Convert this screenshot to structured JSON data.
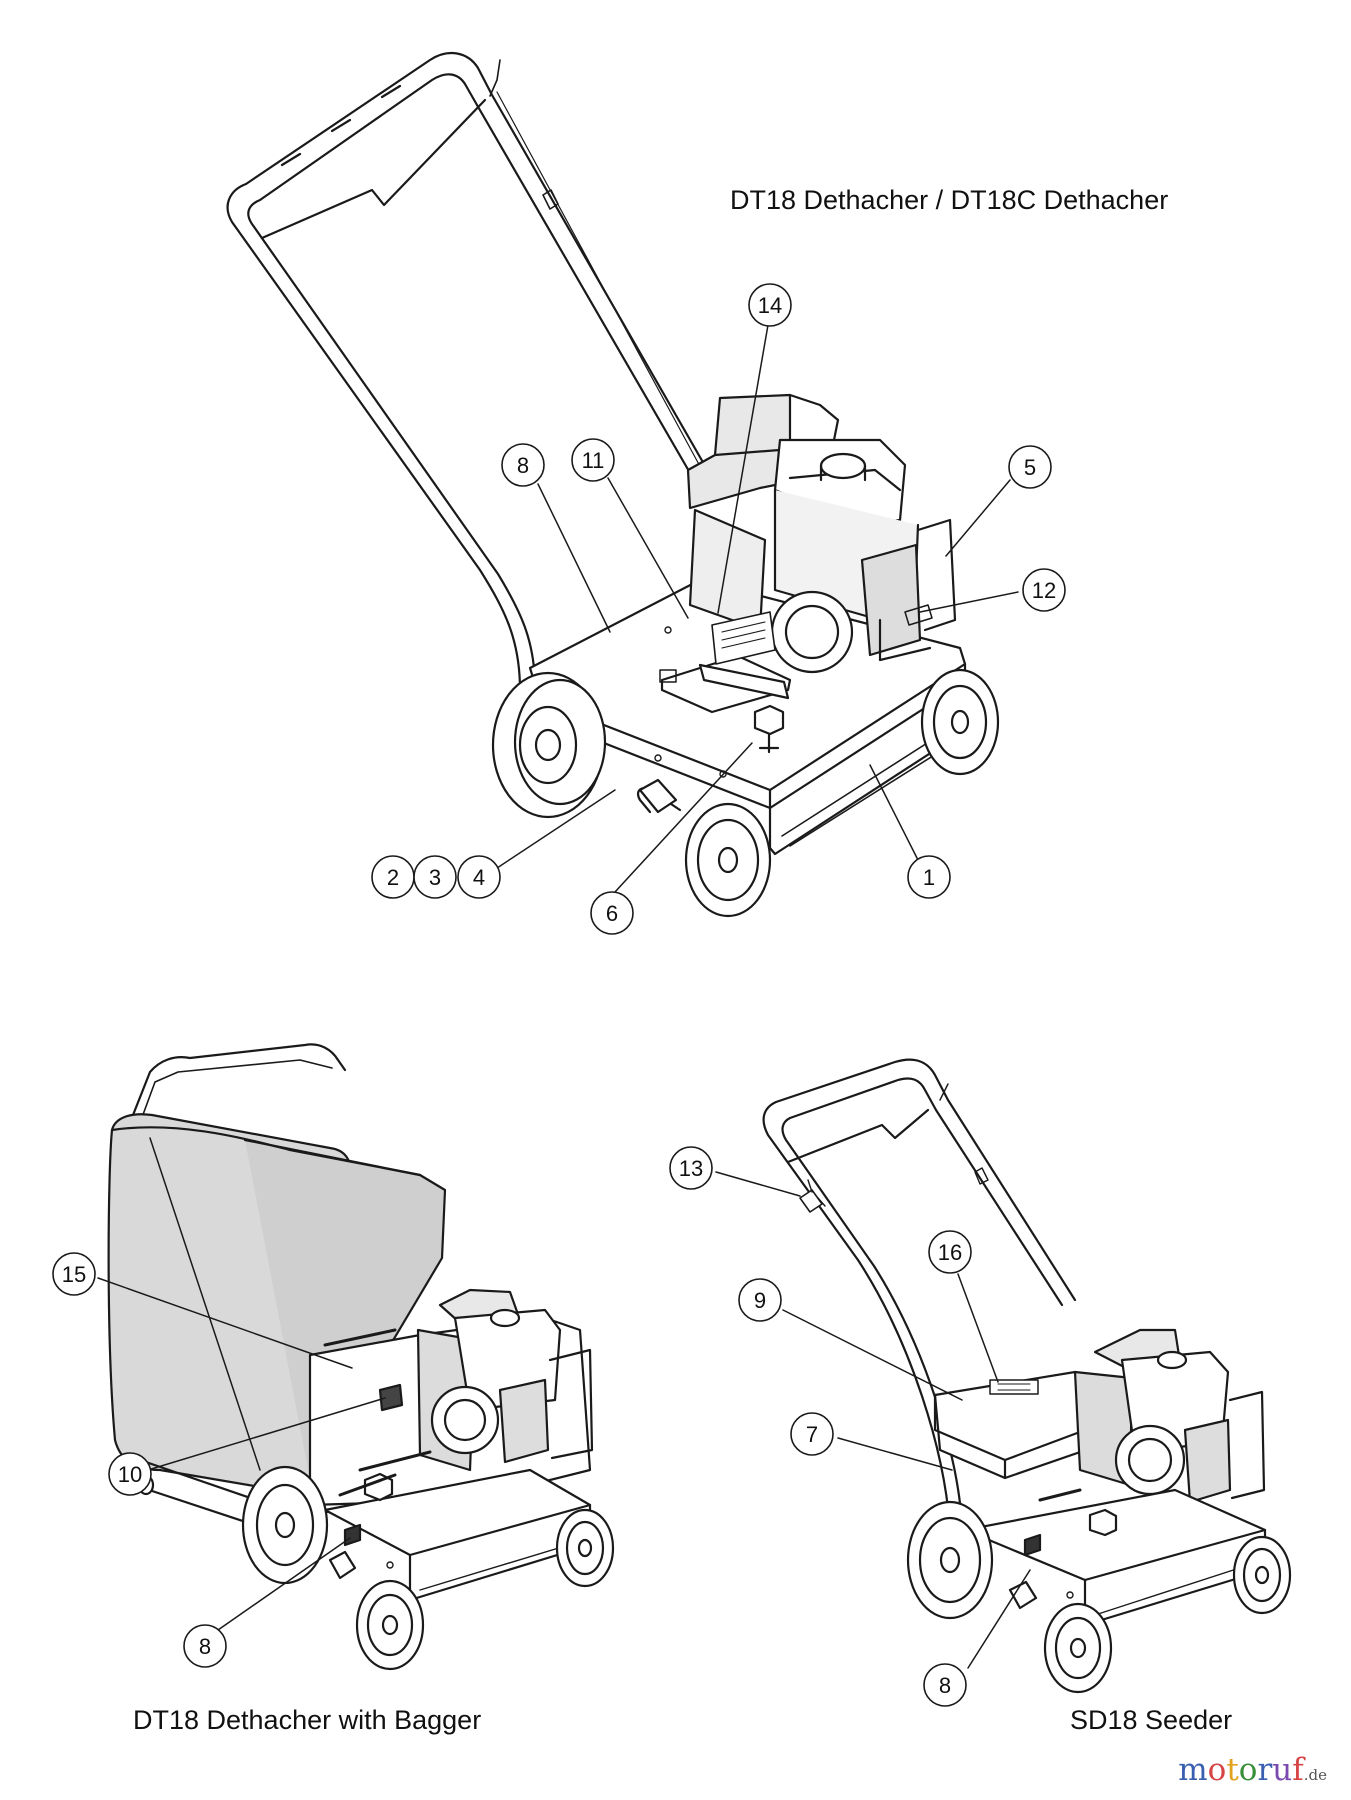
{
  "captions": {
    "top": "DT18 Dethacher / DT18C Dethacher",
    "bagger": "DT18 Dethacher with Bagger",
    "seeder": "SD18 Seeder"
  },
  "callouts": {
    "top": [
      "14",
      "8",
      "11",
      "5",
      "12",
      "2",
      "3",
      "4",
      "6",
      "1"
    ],
    "bagger": [
      "15",
      "10",
      "8"
    ],
    "seeder": [
      "13",
      "16",
      "9",
      "7",
      "8"
    ]
  },
  "watermark": {
    "brand": "motoruf",
    "suffix": ".de",
    "letter_colors": [
      "#3a5fb0",
      "#d64545",
      "#e0a21f",
      "#3a8f3a",
      "#3a5fb0",
      "#7a4ab0",
      "#d64545"
    ]
  },
  "colors": {
    "line": "#1a1a1a",
    "engine_fill": "#e8e8e8",
    "bagger_fill": "#d9d9d9"
  }
}
